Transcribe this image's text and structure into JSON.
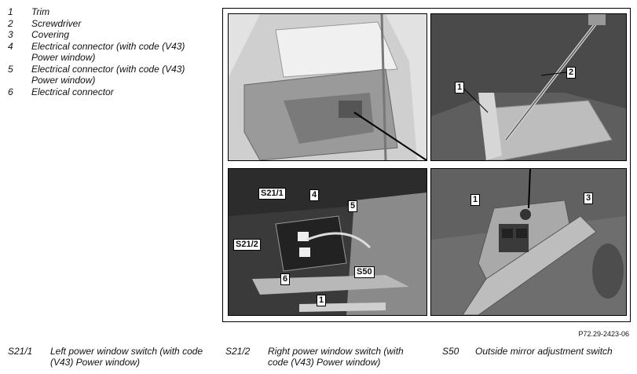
{
  "legend": [
    {
      "num": "1",
      "text": "Trim"
    },
    {
      "num": "2",
      "text": "Screwdriver"
    },
    {
      "num": "3",
      "text": "Covering"
    },
    {
      "num": "4",
      "text": "Electrical connector (with code (V43) Power window)"
    },
    {
      "num": "5",
      "text": "Electrical connector (with code (V43) Power window)"
    },
    {
      "num": "6",
      "text": "Electrical connector"
    }
  ],
  "callouts": {
    "p2_1": "1",
    "p2_2": "2",
    "p3_s21_1": "S21/1",
    "p3_4": "4",
    "p3_5": "5",
    "p3_s21_2": "S21/2",
    "p3_6": "6",
    "p3_s50": "S50",
    "p3_1": "1",
    "p4_1": "1",
    "p4_3": "3"
  },
  "reference": "P72.29-2423-06",
  "bottom_legend": [
    {
      "code": "S21/1",
      "text": "Left power window switch (with code (V43) Power window)"
    },
    {
      "code": "S21/2",
      "text": "Right power window switch (with code (V43) Power window)"
    },
    {
      "code": "S50",
      "text": "Outside mirror adjustment switch"
    }
  ]
}
